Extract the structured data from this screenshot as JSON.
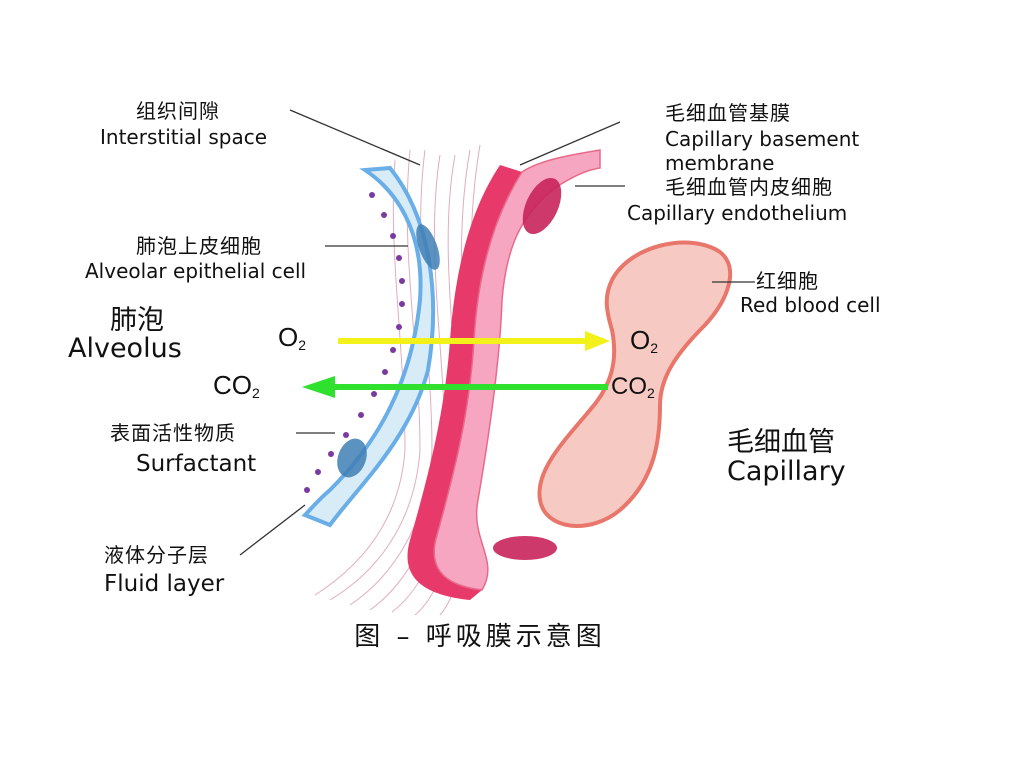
{
  "labels": {
    "interstitial_zh": "组织间隙",
    "interstitial_en": "Interstitial space",
    "basement_zh": "毛细血管基膜",
    "basement_en_1": "Capillary basement",
    "basement_en_2": "membrane",
    "endothelium_zh": "毛细血管内皮细胞",
    "endothelium_en": "Capillary endothelium",
    "alveolar_epi_zh": "肺泡上皮细胞",
    "alveolar_epi_en": "Alveolar epithelial cell",
    "alveolus_zh": "肺泡",
    "alveolus_en": "Alveolus",
    "rbc_zh": "红细胞",
    "rbc_en": "Red blood cell",
    "surfactant_zh": "表面活性物质",
    "surfactant_en": "Surfactant",
    "capillary_zh": "毛细血管",
    "capillary_en": "Capillary",
    "fluid_zh": "液体分子层",
    "fluid_en": "Fluid layer"
  },
  "gases": {
    "o2_main": "O",
    "o2_sub": "2",
    "co2_main": "CO",
    "co2_sub": "2"
  },
  "caption": "图 – 呼吸膜示意图",
  "colors": {
    "o2_arrow": "#f2f21a",
    "co2_arrow": "#2fe02f",
    "epithelium": "#6aaee8",
    "basement_pink": "#e83a6a",
    "endothelium_pink": "#f6a6c0",
    "rbc_fill": "#f6c9c3",
    "rbc_edge": "#e8766a",
    "surfactant_dots": "#7a3aa0"
  }
}
